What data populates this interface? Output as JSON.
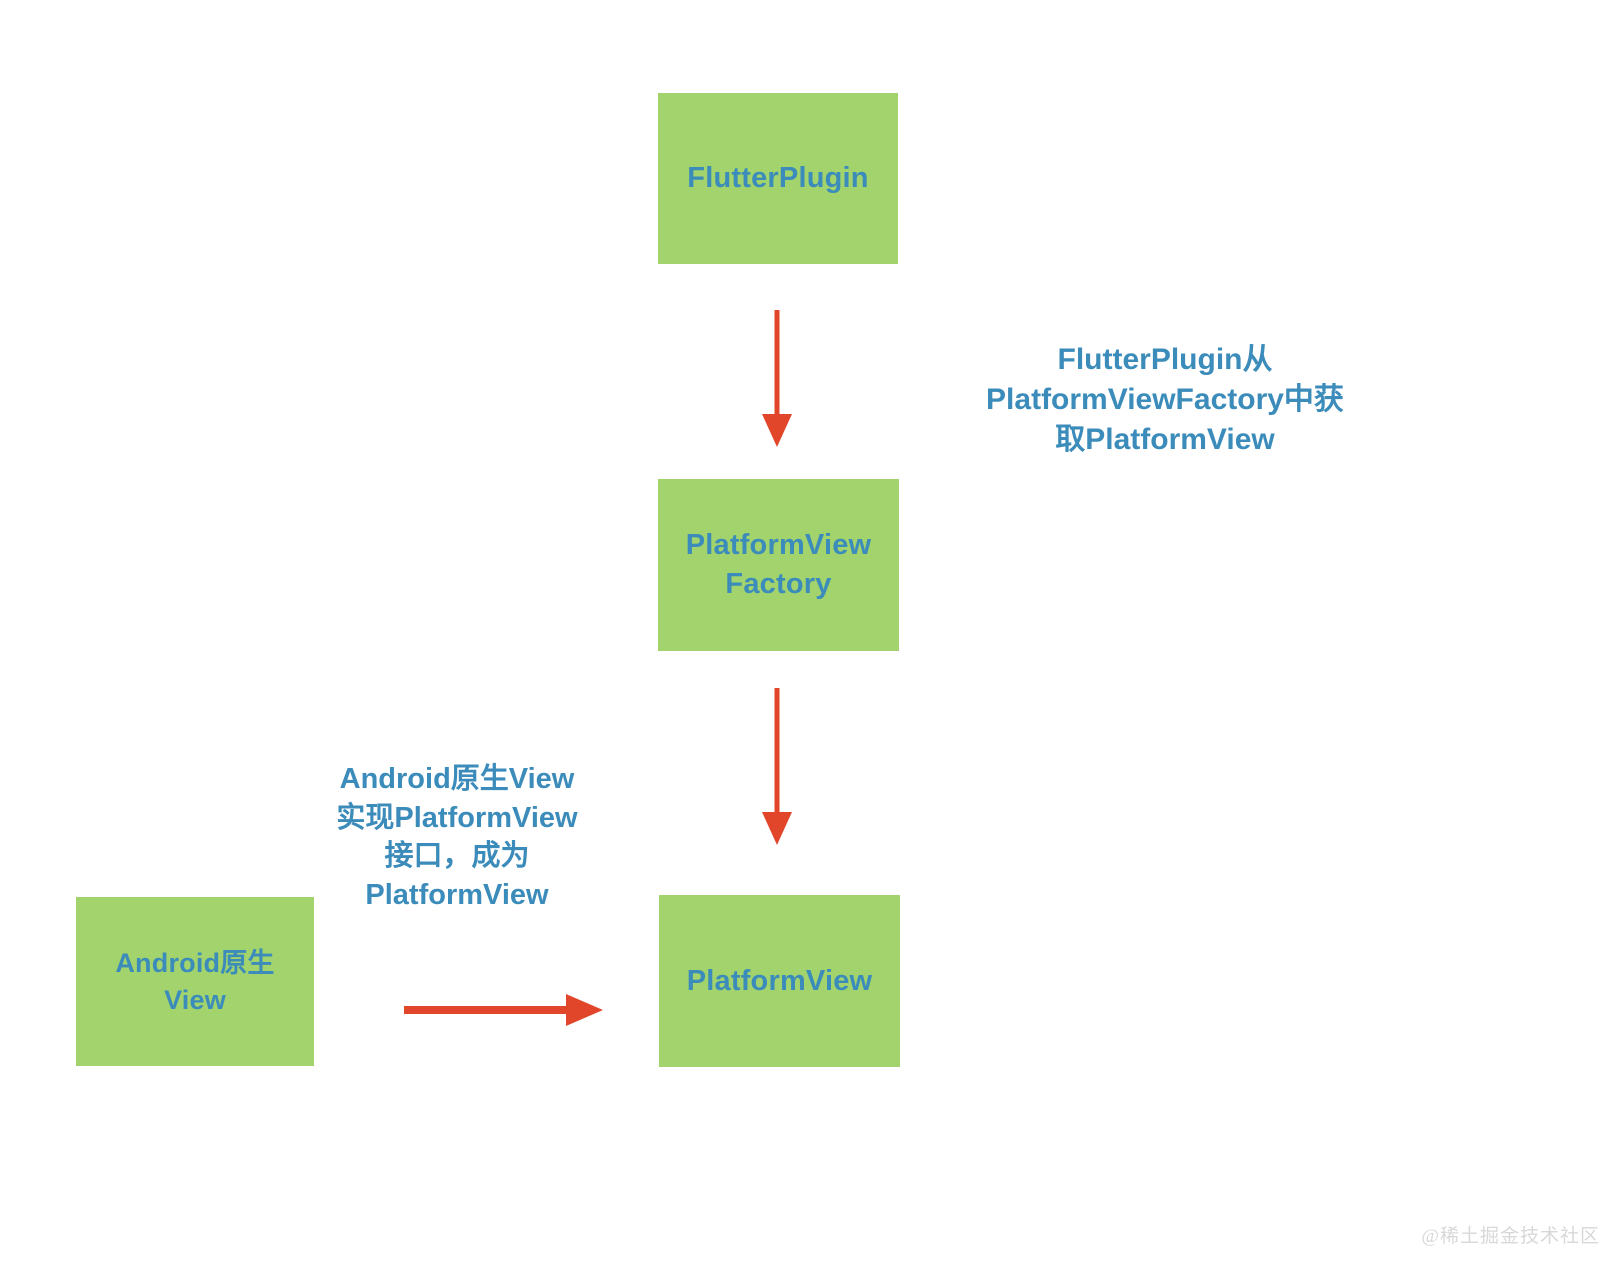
{
  "diagram": {
    "title": "FlutterPlugin / PlatformViewFactory / PlatformView relationship",
    "background_color": "#ffffff",
    "node_fill_color": "#a2d36c",
    "node_text_color": "#3b8cba",
    "arrow_color": "#e2462a",
    "annotation_text_color": "#3b8cba",
    "nodes": [
      {
        "id": "flutterplugin",
        "label": "FlutterPlugin"
      },
      {
        "id": "platformviewfactory",
        "label": "PlatformView\nFactory"
      },
      {
        "id": "platformview",
        "label": "PlatformView"
      },
      {
        "id": "android_native_view",
        "label": "Android原生\nView"
      }
    ],
    "annotations": [
      {
        "id": "right",
        "text": "FlutterPlugin从\nPlatformViewFactory中获\n取PlatformView"
      },
      {
        "id": "left",
        "text": "Android原生View\n实现PlatformView\n接口，成为\nPlatformView"
      }
    ],
    "arrows": [
      {
        "id": "plugin-to-factory",
        "from": "FlutterPlugin",
        "to": "PlatformViewFactory",
        "direction": "down"
      },
      {
        "id": "factory-to-view",
        "from": "PlatformViewFactory",
        "to": "PlatformView",
        "direction": "down"
      },
      {
        "id": "native-to-view",
        "from": "Android原生View",
        "to": "PlatformView",
        "direction": "right"
      }
    ]
  },
  "watermark": {
    "text": "@稀土掘金技术社区"
  }
}
